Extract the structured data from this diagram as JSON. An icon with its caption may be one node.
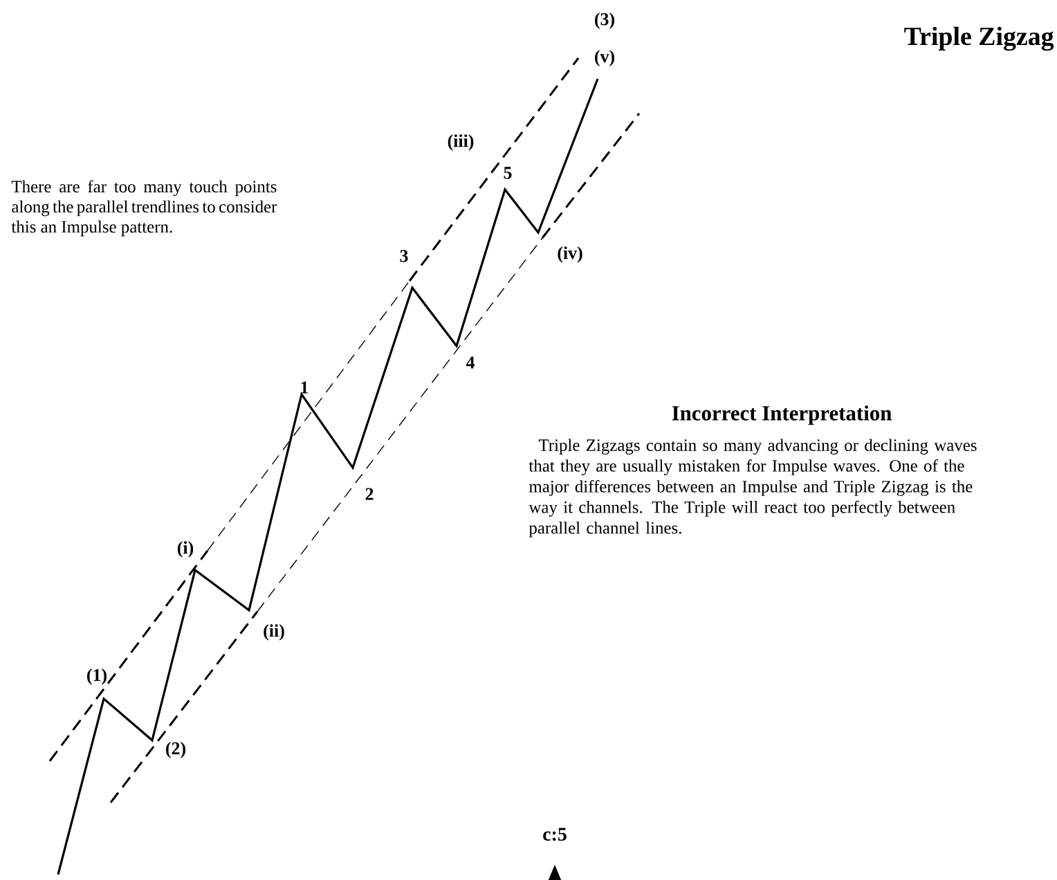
{
  "diagram": {
    "title": "Triple Zigzag",
    "labels": [
      "(3)",
      "(v)",
      "(iii)",
      "5",
      "There are far too many touch points along the parallel trendlines to consider this an Impulse pattern.",
      "3",
      "(iv)",
      "4",
      "1",
      "Incorrect Interpretation",
      "2",
      "Triple Zigzags contain so many advancing or declining waves that they are usually mistaken for Impulse waves. One of the major differences between an Impulse and Triple Zigzag is the way it channels.  The Triple will react too perfectly between parallel channel lines.",
      "(i)",
      "(ii)",
      "(1)",
      "(2)",
      "c:5"
    ]
  }
}
